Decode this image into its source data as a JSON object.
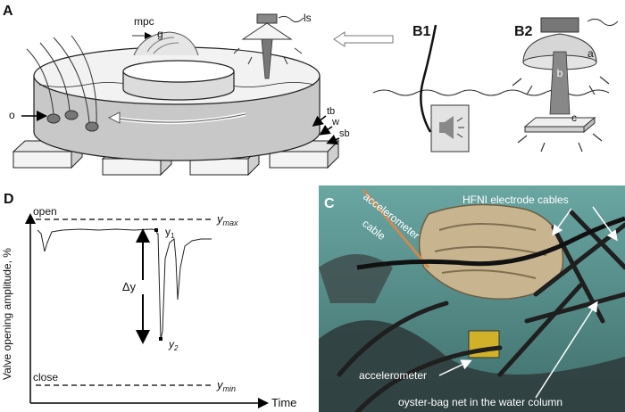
{
  "panels": {
    "A": {
      "letter": "A",
      "labels": {
        "mpc": "mpc",
        "g": "g",
        "ls": "ls",
        "o": "o",
        "tb": "tb",
        "w": "w",
        "sb": "sb"
      }
    },
    "B1": {
      "letter": "B1"
    },
    "B2": {
      "letter": "B2",
      "labels": {
        "a": "a",
        "b": "b",
        "c": "c"
      }
    },
    "C": {
      "letter": "C",
      "labels": {
        "accelerometer_cable_top": "accelerometer",
        "accelerometer_cable_bottom": "cable",
        "hfni_cables": "HFNI electrode  cables",
        "accelerometer": "accelerometer",
        "net": "oyster-bag  net in the water column"
      },
      "colors": {
        "water": "#4f8a86",
        "net": "#2a2a2a"
      }
    },
    "D": {
      "letter": "D",
      "ylabel": "Valve opening amplitude, %",
      "xlabel": "Time",
      "open_label": "open",
      "close_label": "close",
      "ymax_label": "y",
      "ymax_sub": "max",
      "ymin_label": "y",
      "ymin_sub": "min",
      "y1_label": "y",
      "y1_sub": "1",
      "y2_label": "y",
      "y2_sub": "2",
      "delta_label": "Δy"
    }
  }
}
